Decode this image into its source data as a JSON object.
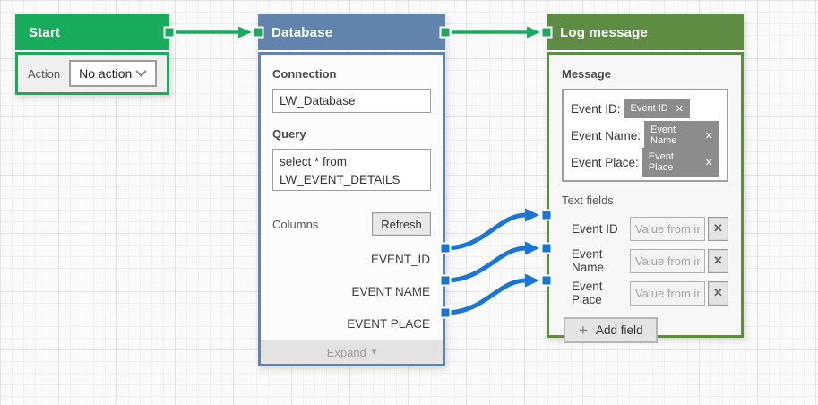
{
  "colors": {
    "start_green": "#18ab5c",
    "database_blue": "#6184ac",
    "log_olive": "#5e8c42",
    "link_blue": "#1976d2",
    "chip_gray": "#8c8c8c"
  },
  "icons": {
    "close": "✕",
    "plus": "+",
    "caret_down": "▾"
  },
  "start_node": {
    "title": "Start",
    "action_label": "Action",
    "action_value": "No action"
  },
  "database_node": {
    "title": "Database",
    "connection_label": "Connection",
    "connection_value": "LW_Database",
    "query_label": "Query",
    "query_value": "select * from\nLW_EVENT_DETAILS",
    "columns_label": "Columns",
    "refresh_button": "Refresh",
    "columns": [
      "EVENT_ID",
      "EVENT NAME",
      "EVENT PLACE"
    ],
    "expand_label": "Expand"
  },
  "log_node": {
    "title": "Log message",
    "message_label": "Message",
    "message_rows": [
      {
        "label": "Event ID:",
        "chip": "Event ID"
      },
      {
        "label": "Event Name:",
        "chip": "Event Name"
      },
      {
        "label": "Event Place:",
        "chip": "Event Place"
      }
    ],
    "text_fields_label": "Text fields",
    "fields": [
      {
        "label": "Event ID",
        "placeholder": "Value from in"
      },
      {
        "label": "Event Name",
        "placeholder": "Value from in"
      },
      {
        "label": "Event Place",
        "placeholder": "Value from in"
      }
    ],
    "add_field_button": "Add field"
  },
  "connections": {
    "flow": [
      "Start → Database",
      "Database → Log message"
    ],
    "data_links": [
      "EVENT_ID → Event ID",
      "EVENT NAME → Event Name",
      "EVENT PLACE → Event Place"
    ]
  }
}
